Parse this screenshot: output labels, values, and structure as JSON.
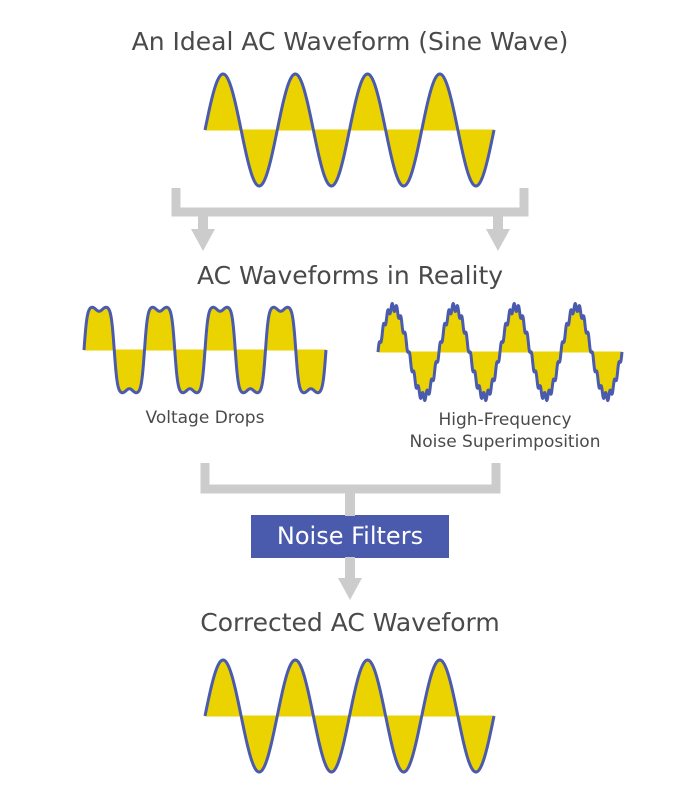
{
  "titles": {
    "ideal": "An Ideal AC Waveform (Sine Wave)",
    "reality": "AC Waveforms in Reality",
    "corrected": "Corrected AC Waveform"
  },
  "captions": {
    "voltage_drops": "Voltage Drops",
    "noise_line1": "High-Frequency",
    "noise_line2": "Noise Superimposition"
  },
  "filter_label": "Noise Filters",
  "colors": {
    "wave_fill": "#ead300",
    "wave_stroke": "#4a5aad",
    "connector": "#cccccc",
    "filter_box": "#4a5aad",
    "text": "#4a4a4a"
  }
}
